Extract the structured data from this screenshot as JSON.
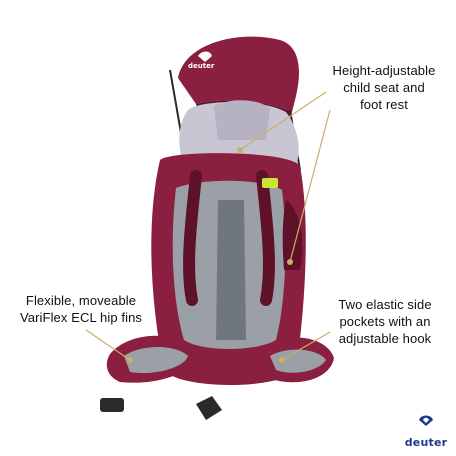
{
  "callouts": {
    "top": [
      "Height-adjustable",
      "child seat and",
      "foot rest"
    ],
    "left": [
      "Flexible, moveable",
      "VariFlex ECL hip fins"
    ],
    "right": [
      "Two elastic side",
      "pockets with an",
      "adjustable hook"
    ]
  },
  "brand": {
    "wordmark": "deuter",
    "canopy_wordmark": "deuter"
  },
  "colors": {
    "body": "#8a1f3f",
    "body_dark": "#5e1129",
    "mesh": "#9aa0a6",
    "seat": "#c9c6d3",
    "leader": "#c9b06a",
    "accent_buckle": "#c6e534",
    "logo_blue": "#1d3a8a"
  },
  "icons": [
    "deuter-logo-icon"
  ]
}
